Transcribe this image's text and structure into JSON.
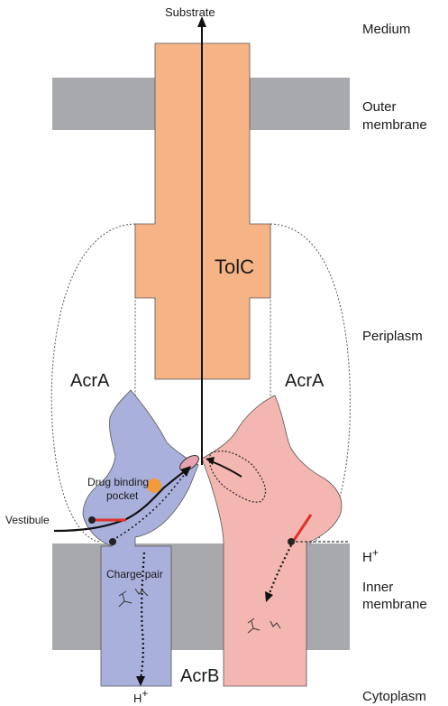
{
  "regions": {
    "medium": "Medium",
    "outer_membrane_1": "Outer",
    "outer_membrane_2": "membrane",
    "periplasm": "Periplasm",
    "h_plus_right": "H",
    "inner_membrane_1": "Inner",
    "inner_membrane_2": "membrane",
    "cytoplasm": "Cytoplasm"
  },
  "labels": {
    "substrate": "Substrate",
    "tolc": "TolC",
    "acra_left": "AcrA",
    "acra_right": "AcrA",
    "drug_binding_1": "Drug binding",
    "drug_binding_2": "pocket",
    "vestibule": "Vestibule",
    "charge_pair": "Charge pair",
    "acrb": "AcrB",
    "h_plus_bottom": "H",
    "plus": "+"
  },
  "colors": {
    "membrane": "#a7a9ac",
    "tolc": "#f6b486",
    "acrb_blue": "#aab0dc",
    "acrb_pink": "#f4b6b1",
    "outline": "#333333",
    "red_bar": "#e0312c",
    "orange_dot": "#f29a3c"
  }
}
